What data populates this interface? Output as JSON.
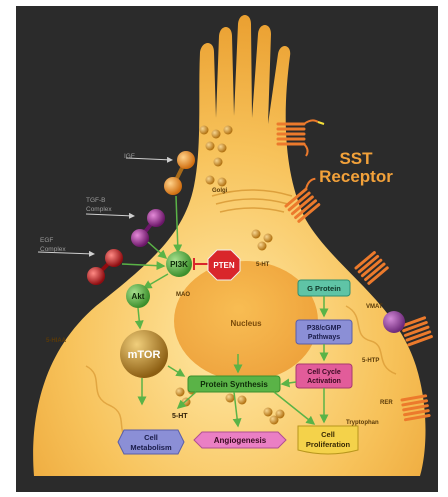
{
  "title": {
    "line1": "SST",
    "line2": "Receptor",
    "color": "#f2a13a"
  },
  "outside_labels": {
    "igf": "IGF",
    "tgfb": "TGF-B",
    "tgfb_sub": "Complex",
    "egf": "EGF",
    "egf_sub": "Complex"
  },
  "labels": {
    "golgi": "Golgi",
    "mao": "MAO",
    "ht_right": "5-HT",
    "ht_left": "5-HT",
    "hiaa": "5-HIAA",
    "vmat": "VMAT",
    "htp": "5-HTP",
    "rer": "RER",
    "tryptophan": "Tryptophan"
  },
  "nodes": {
    "pi3k": "PI3K",
    "pten": "PTEN",
    "akt": "Akt",
    "mtor": "mTOR",
    "nucleus": "Nucleus",
    "gprotein": "G Protein",
    "p38_line1": "P38/cGMP",
    "p38_line2": "Pathways",
    "cellcycle_line1": "Cell Cycle",
    "cellcycle_line2": "Activation",
    "protein_synthesis": "Protein Synthesis",
    "metabolism_line1": "Cell",
    "metabolism_line2": "Metabolism",
    "angiogenesis": "Angiogenesis",
    "proliferation_line1": "Cell",
    "proliferation_line2": "Proliferation"
  },
  "colors": {
    "background": "#2b2b2b",
    "cell": "#f3b03c",
    "receptor": "#ec7a2c",
    "node_green": "#5ab347",
    "pten_red": "#d9262b",
    "mtor": "#b98624",
    "igf": "#e8861d",
    "tgfb": "#9a2f8a",
    "egf": "#c4151c",
    "gprotein_box": "#5fc4a6",
    "p38_box": "#8b8fd6",
    "cellcycle_box": "#e25c9a",
    "metabolism_box": "#8b8fd6",
    "angiogenesis_box": "#ea7fc4",
    "proliferation_box": "#f4d24a"
  }
}
